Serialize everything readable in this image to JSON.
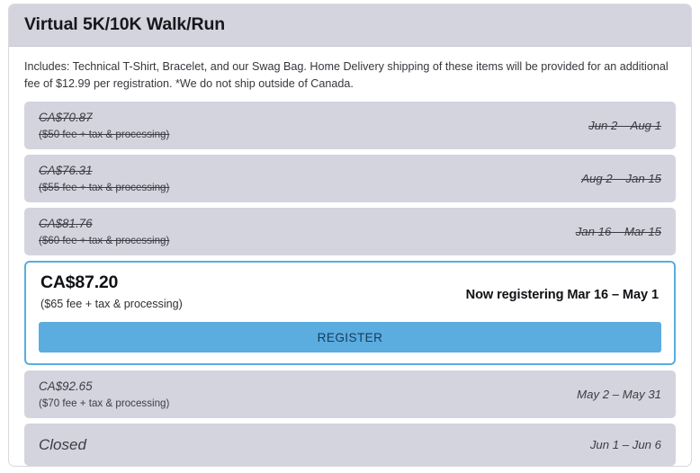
{
  "header": {
    "title": "Virtual 5K/10K Walk/Run"
  },
  "description": "Includes: Technical T-Shirt, Bracelet, and our Swag Bag. Home Delivery shipping of these items will be provided for an additional fee of $12.99 per registration. *We do not ship outside of Canada.",
  "colors": {
    "row_background": "#d4d4de",
    "header_background": "#d4d4de",
    "active_border": "#5bacdf",
    "register_button": "#5bacdf",
    "register_button_text": "#133c5c",
    "card_border": "#d9d9de",
    "muted_text": "#3b3d44"
  },
  "rows": [
    {
      "state": "expired",
      "price": "CA$70.87",
      "fee": "($50 fee + tax & processing)",
      "date": "Jun 2 – Aug 1"
    },
    {
      "state": "expired",
      "price": "CA$76.31",
      "fee": "($55 fee + tax & processing)",
      "date": "Aug 2 – Jan 15"
    },
    {
      "state": "expired",
      "price": "CA$81.76",
      "fee": "($60 fee + tax & processing)",
      "date": "Jan 16 – Mar 15"
    },
    {
      "state": "active",
      "price": "CA$87.20",
      "fee": "($65 fee + tax & processing)",
      "date": "Now registering Mar 16 – May 1",
      "button_label": "REGISTER"
    },
    {
      "state": "future",
      "price": "CA$92.65",
      "fee": "($70 fee + tax & processing)",
      "date": "May 2 – May 31"
    },
    {
      "state": "closed",
      "price": "Closed",
      "fee": "",
      "date": "Jun 1 – Jun 6"
    }
  ]
}
